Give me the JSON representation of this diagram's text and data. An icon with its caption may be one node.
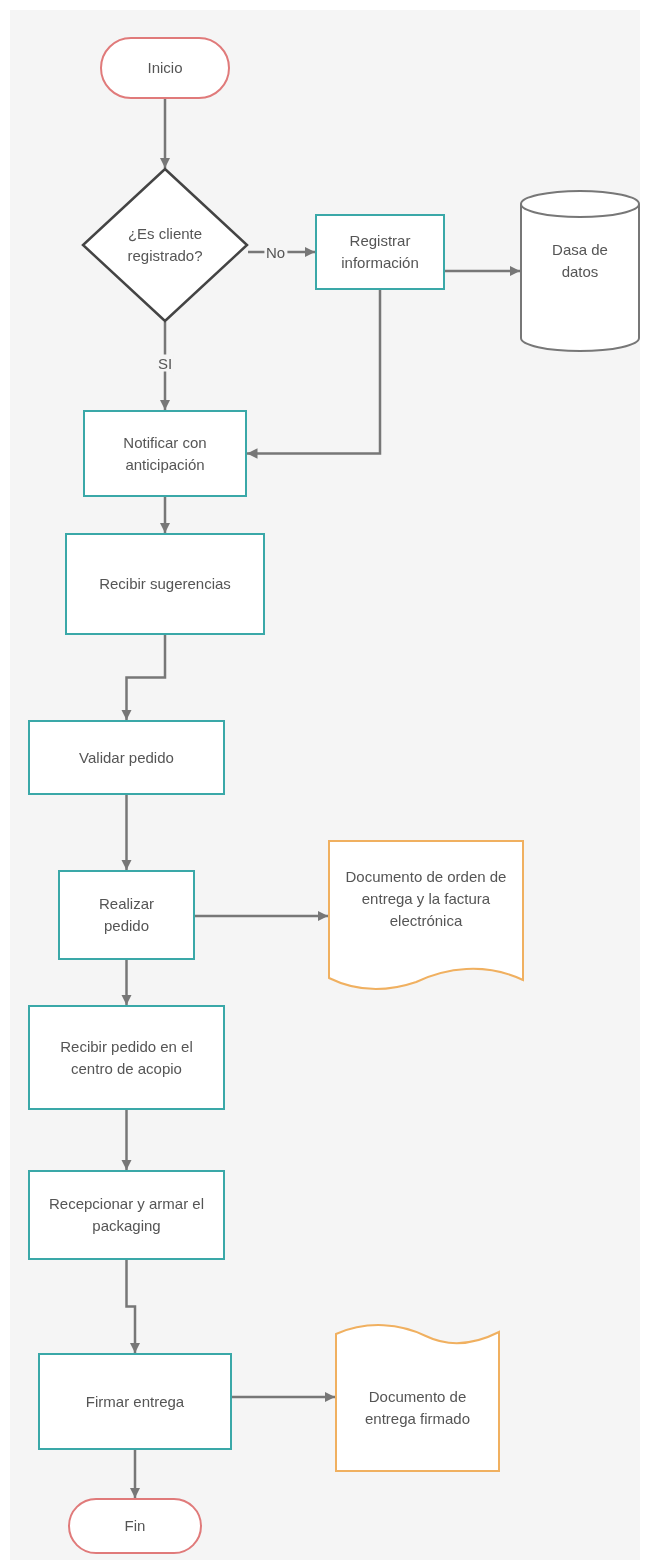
{
  "diagram": {
    "nodes": [
      {
        "text": [
          "Inicio"
        ]
      },
      {
        "text": [
          "¿Es cliente registrado?"
        ]
      },
      {
        "text": [
          "Registrar información"
        ]
      },
      {
        "text": [
          "Dasa de datos"
        ]
      },
      {
        "text": [
          "Notificar con anticipación"
        ]
      },
      {
        "text": [
          "Recibir sugerencias"
        ]
      },
      {
        "text": [
          "Validar pedido"
        ]
      },
      {
        "text": [
          "Realizar pedido"
        ]
      },
      {
        "text": [
          "Documento de orden de entrega y la factura electrónica"
        ]
      },
      {
        "text": [
          "Recibir pedido en el centro de acopio"
        ]
      },
      {
        "text": [
          "Recepcionar y armar el packaging"
        ]
      },
      {
        "text": [
          "Firmar entrega"
        ]
      },
      {
        "text": [
          "Documento de entrega firmado"
        ]
      },
      {
        "text": [
          "Fin"
        ]
      }
    ],
    "edges": [
      {
        "from": 0,
        "to": 1,
        "arrow": "to"
      },
      {
        "from": 1,
        "to": 2,
        "arrow": "to",
        "label": "No"
      },
      {
        "from": 1,
        "to": 4,
        "arrow": "to",
        "label": "SI"
      },
      {
        "from": 2,
        "to": 3,
        "arrow": "to"
      },
      {
        "from": 2,
        "to": 4,
        "arrow": "to"
      },
      {
        "from": 4,
        "to": 5,
        "arrow": "to"
      },
      {
        "from": 5,
        "to": 6,
        "arrow": "to"
      },
      {
        "from": 6,
        "to": 7,
        "arrow": "to"
      },
      {
        "from": 7,
        "to": 8,
        "arrow": "to"
      },
      {
        "from": 7,
        "to": 9,
        "arrow": "to"
      },
      {
        "from": 9,
        "to": 10,
        "arrow": "to"
      },
      {
        "from": 10,
        "to": 11,
        "arrow": "to"
      },
      {
        "from": 11,
        "to": 12,
        "arrow": "to"
      },
      {
        "from": 11,
        "to": 13,
        "arrow": "to"
      }
    ]
  }
}
